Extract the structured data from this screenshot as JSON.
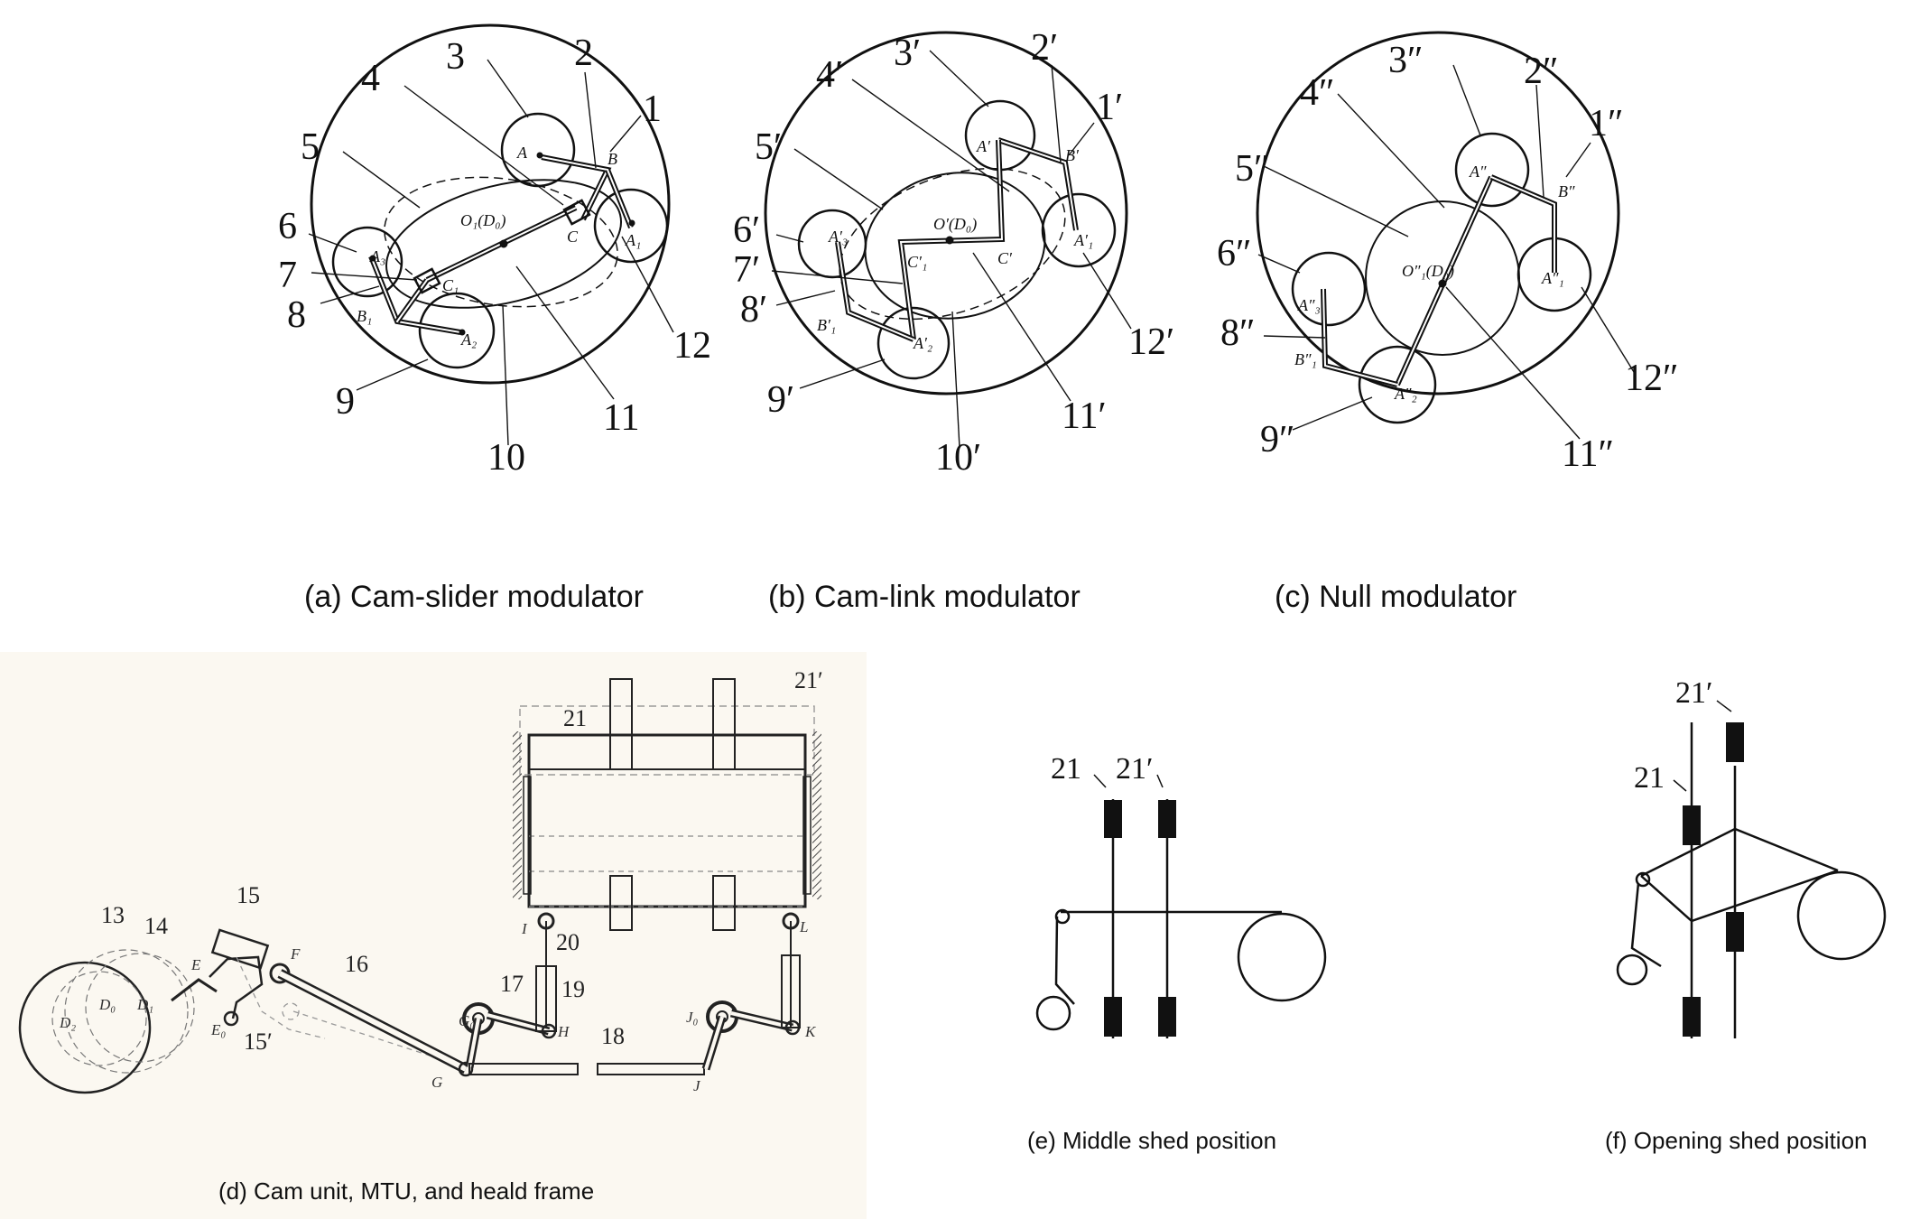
{
  "captions": {
    "a": "(a) Cam-slider modulator",
    "b": "(b) Cam-link modulator",
    "c": "(c) Null modulator",
    "d": "(d) Cam unit, MTU, and heald frame",
    "e": "(e) Middle shed position",
    "f": "(f) Opening shed position"
  },
  "panel_a": {
    "numbers": [
      "1",
      "2",
      "3",
      "4",
      "5",
      "6",
      "7",
      "8",
      "9",
      "10",
      "11",
      "12"
    ],
    "points": [
      "A",
      "B",
      "C",
      "O₁(D₀)",
      "A₁",
      "A₂",
      "A₃",
      "B₁",
      "C₁"
    ]
  },
  "panel_b": {
    "numbers": [
      "1′",
      "2′",
      "3′",
      "4′",
      "5′",
      "6′",
      "7′",
      "8′",
      "9′",
      "10′",
      "11′",
      "12′"
    ],
    "points": [
      "A′",
      "B′",
      "C′",
      "O′(D₀)",
      "A′₁",
      "A′₂",
      "A′₃",
      "B′₁",
      "C′₁"
    ]
  },
  "panel_c": {
    "numbers": [
      "1″",
      "2″",
      "3″",
      "4″",
      "5″",
      "6″",
      "8″",
      "9″",
      "11″",
      "12″"
    ],
    "points": [
      "A″",
      "B″",
      "O″₁(D₀)",
      "A″₁",
      "A″₂",
      "A″₃",
      "B″₁"
    ]
  },
  "panel_d": {
    "numbers": [
      "13",
      "14",
      "15",
      "15′",
      "16",
      "17",
      "18",
      "19",
      "20",
      "21",
      "21′"
    ],
    "points": [
      "D₂",
      "D₀",
      "D₁",
      "E",
      "E₀",
      "F",
      "G",
      "G₀",
      "H",
      "I",
      "J",
      "J₀",
      "K",
      "L"
    ]
  },
  "panel_e": {
    "labels": [
      "21",
      "21′"
    ]
  },
  "panel_f": {
    "labels": [
      "21′",
      "21"
    ]
  }
}
